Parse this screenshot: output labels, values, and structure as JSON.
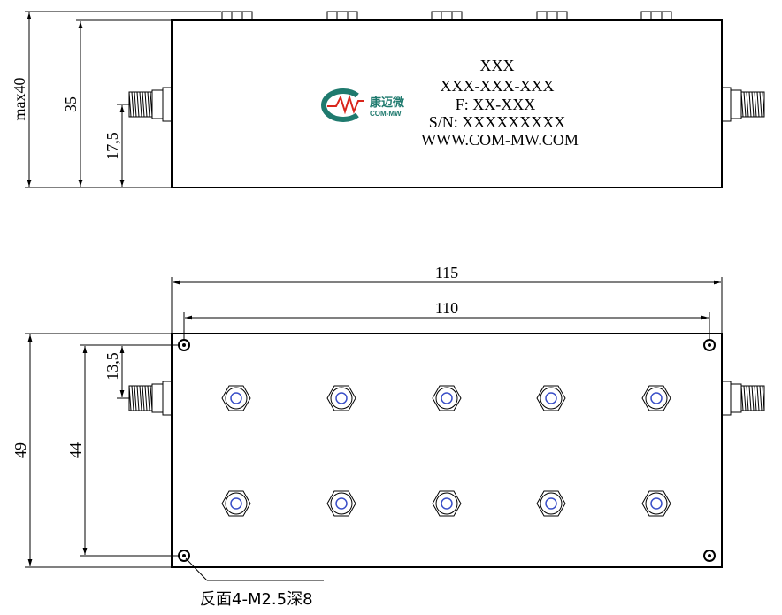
{
  "dimensions": {
    "max_height": "max40",
    "height_35": "35",
    "height_17_5": "17,5",
    "length_115": "115",
    "length_110": "110",
    "width_49": "49",
    "width_44": "44",
    "offset_13_5": "13,5"
  },
  "label": {
    "line1": "XXX",
    "line2": "XXX-XXX-XXX",
    "line3": "F: XX-XXX",
    "line4": "S/N: XXXXXXXXX",
    "line5": "WWW.COM-MW.COM"
  },
  "logo": {
    "cn": "康迈微",
    "en": "COM-MW",
    "mark": "MW"
  },
  "note": "反面4-M2.5深8",
  "colors": {
    "logo_teal": "#1f7a6e",
    "logo_red": "#d9261c",
    "tuning_blue": "#3a4fc8",
    "line": "#000000"
  }
}
